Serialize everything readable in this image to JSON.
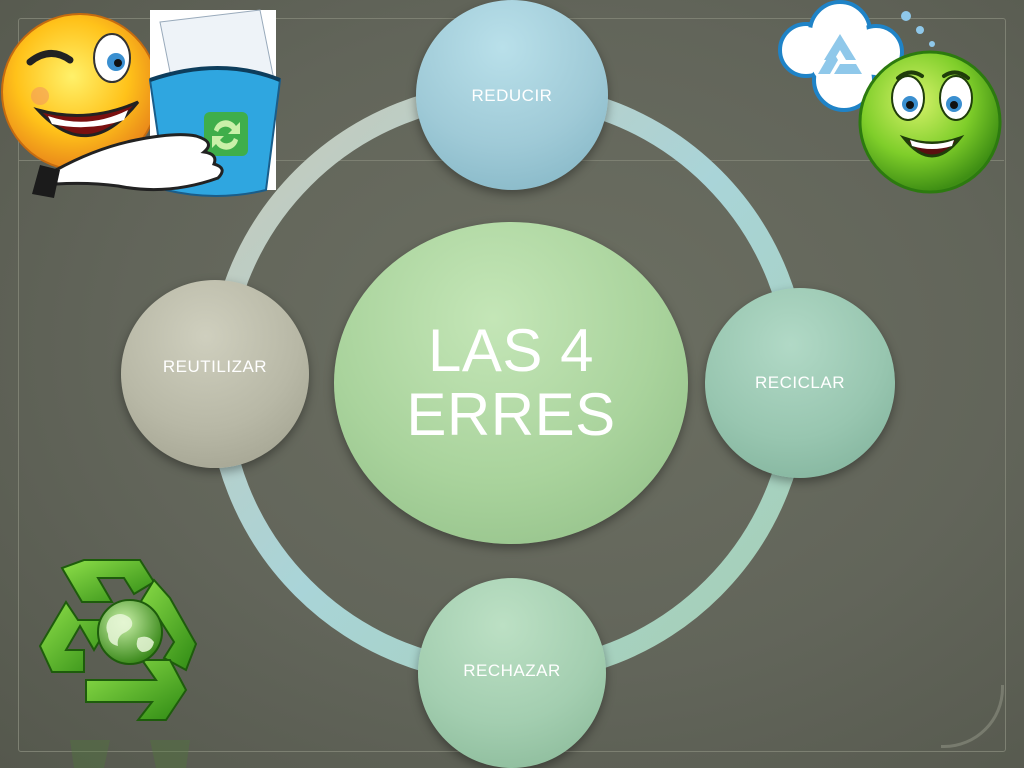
{
  "diagram": {
    "center": {
      "line1": "LAS 4",
      "line2": "ERRES"
    },
    "nodes": {
      "top": "REDUCIR",
      "right": "RECICLAR",
      "bottom": "RECHAZAR",
      "left": "REUTILIZAR"
    }
  },
  "decorations": {
    "top_left": "winking-smiley-with-recycle-bin",
    "top_right": "green-smiley-with-recycle-cloud",
    "bottom_left": "recycle-arrows-globe"
  },
  "colors": {
    "background": "#62655a",
    "top_node": "#a8d3df",
    "right_node": "#9fcbb7",
    "bottom_node": "#a7d3b4",
    "left_node": "#bfc0af",
    "center": "#b1d9a7"
  }
}
